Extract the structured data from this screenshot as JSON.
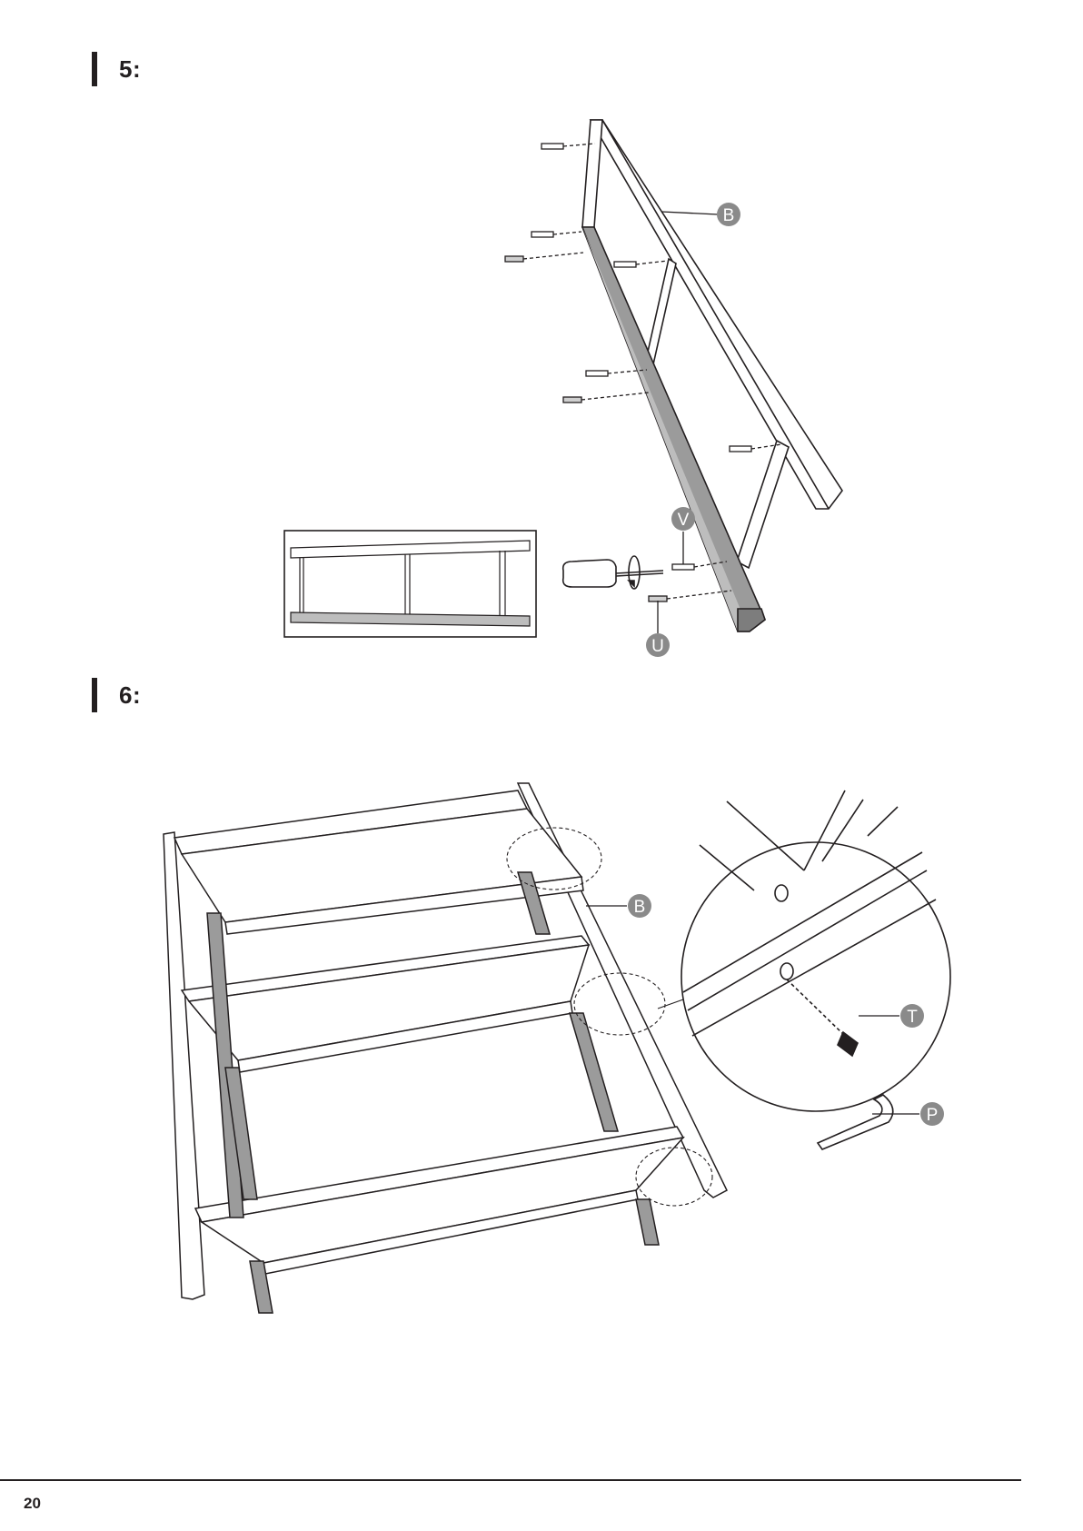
{
  "steps": [
    {
      "number": "5:",
      "callouts": {
        "b": "B",
        "v": "V",
        "u": "U"
      }
    },
    {
      "number": "6:",
      "callouts": {
        "b": "B",
        "t": "T",
        "p": "P"
      }
    }
  ],
  "footer": {
    "page_number": "20"
  }
}
